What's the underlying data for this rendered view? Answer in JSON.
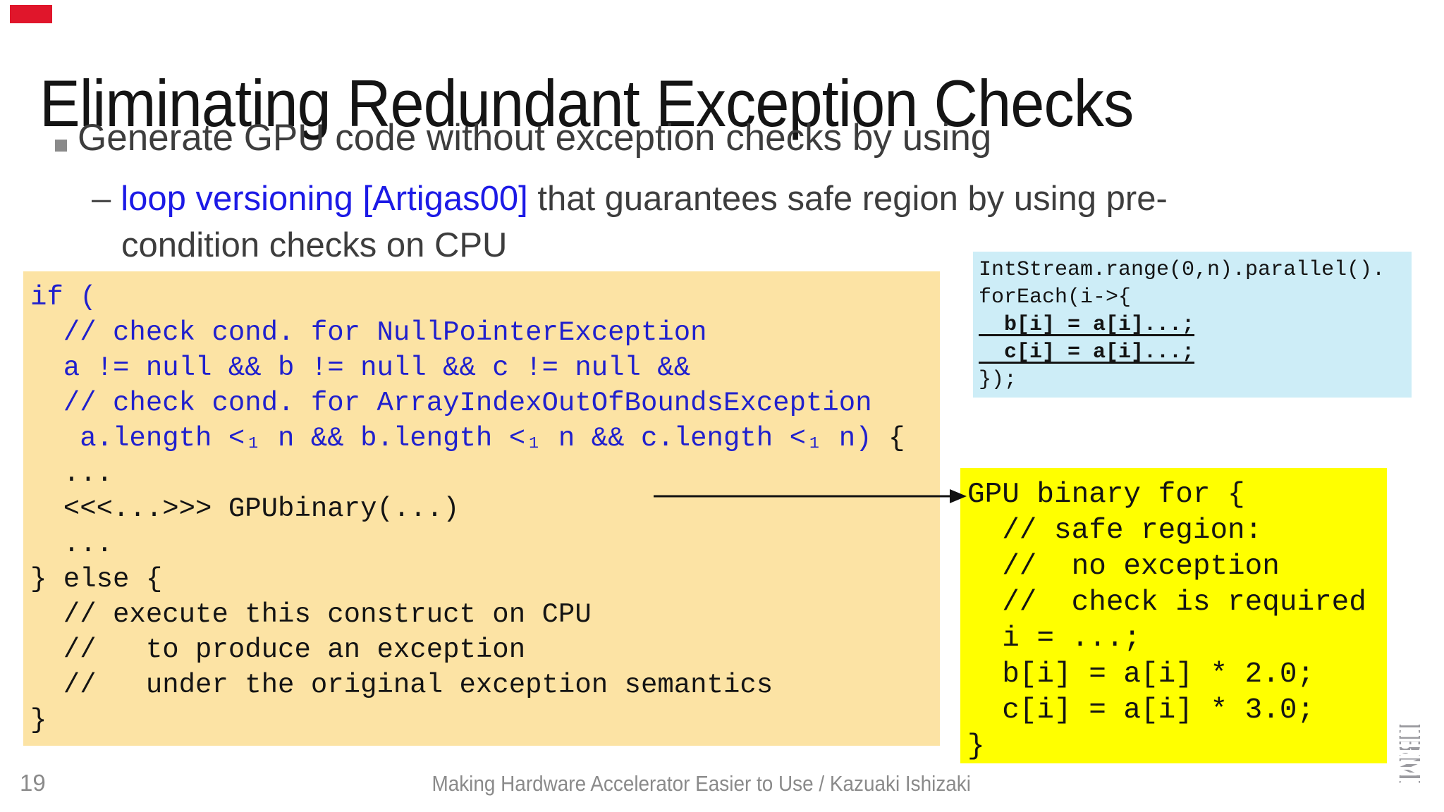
{
  "slide": {
    "title": "Eliminating Redundant Exception Checks",
    "bullet": "Generate GPU code without exception checks by using",
    "sub_bullet": {
      "dash": "–",
      "highlight": "loop versioning [Artigas00]",
      "rest_line1": " that guarantees safe region by using pre-",
      "line2": "condition checks on CPU"
    },
    "footer": {
      "page_number": "19",
      "credit": "Making Hardware Accelerator Easier to Use / Kazuaki Ishizaki"
    },
    "logo_text": "IBM"
  },
  "colors": {
    "code_blue": "#2020cd",
    "link_blue": "#1c1ae6",
    "orange_bg": "#fce3a4",
    "cyan_bg": "#cdedf7",
    "yellow_bg": "#ffff00",
    "artifact_red": "#e0162b"
  },
  "cpu_code": {
    "lines": [
      [
        {
          "t": "if (",
          "s": "blue"
        }
      ],
      [
        {
          "t": "  // check cond. for NullPointerException",
          "s": "blue"
        }
      ],
      [
        {
          "t": "  a != null && b != null && c != null &&",
          "s": "blue"
        }
      ],
      [
        {
          "t": "  // check cond. for ArrayIndexOutOfBoundsException",
          "s": "blue"
        }
      ],
      [
        {
          "t": "   a.length <₁ n && b.length <₁ n && c.length <₁ n)",
          "s": "blue"
        },
        {
          "t": " {",
          "s": "black"
        }
      ],
      [
        {
          "t": "  ...",
          "s": "black"
        }
      ],
      [
        {
          "t": "  <<<...>>> GPUbinary(...)",
          "s": "black"
        }
      ],
      [
        {
          "t": "  ...",
          "s": "black"
        }
      ],
      [
        {
          "t": "} else {",
          "s": "black"
        }
      ],
      [
        {
          "t": "  // execute this construct on CPU",
          "s": "black"
        }
      ],
      [
        {
          "t": "  //   to produce an exception",
          "s": "black"
        }
      ],
      [
        {
          "t": "  //   under the original exception semantics",
          "s": "black"
        }
      ],
      [
        {
          "t": "}",
          "s": "black"
        }
      ]
    ]
  },
  "stream_code": {
    "lines": [
      [
        {
          "t": "IntStream.range(0,n).parallel().",
          "s": "black"
        }
      ],
      [
        {
          "t": "forEach(i->{",
          "s": "black"
        }
      ],
      [
        {
          "t": "  b[i] = a[i]...;",
          "s": "ul"
        }
      ],
      [
        {
          "t": "  c[i] = a[i]...;",
          "s": "ul"
        }
      ],
      [
        {
          "t": "});",
          "s": "black"
        }
      ]
    ]
  },
  "gpu_code": {
    "lines": [
      [
        {
          "t": "GPU binary for {",
          "s": "black"
        }
      ],
      [
        {
          "t": "  // safe region:",
          "s": "black"
        }
      ],
      [
        {
          "t": "  //  no exception",
          "s": "black"
        }
      ],
      [
        {
          "t": "  //  check is required",
          "s": "black"
        }
      ],
      [
        {
          "t": "  i = ...;",
          "s": "black"
        }
      ],
      [
        {
          "t": "  b[i] = a[i] * 2.0;",
          "s": "black"
        }
      ],
      [
        {
          "t": "  c[i] = a[i] * 3.0;",
          "s": "black"
        }
      ],
      [
        {
          "t": "}",
          "s": "black"
        }
      ]
    ]
  }
}
